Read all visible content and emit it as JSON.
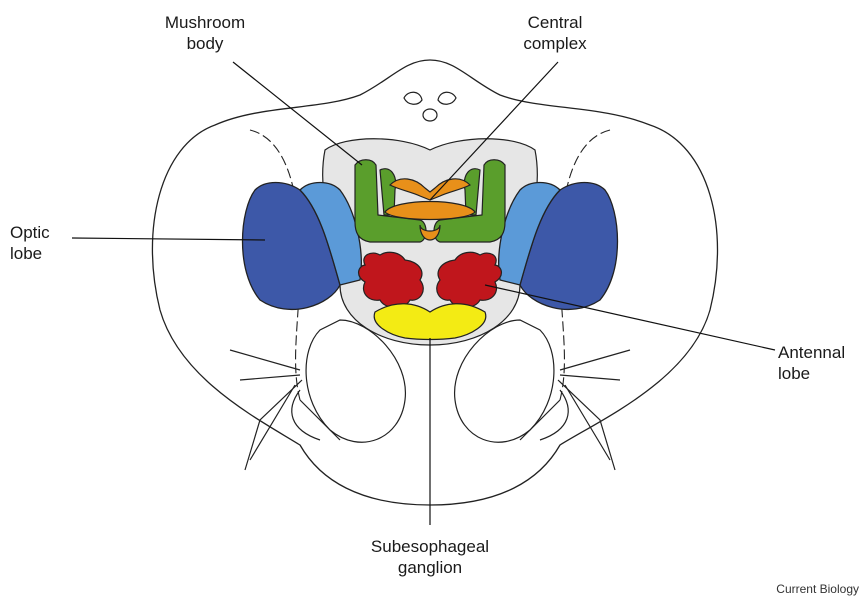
{
  "labels": {
    "mushroom_body": [
      "Mushroom",
      "body"
    ],
    "central_complex": [
      "Central",
      "complex"
    ],
    "optic_lobe": [
      "Optic",
      "lobe"
    ],
    "antennal_lobe": [
      "Antennal",
      "lobe"
    ],
    "subesophageal_ganglion": [
      "Subesophageal",
      "ganglion"
    ]
  },
  "credit": "Current Biology",
  "colors": {
    "mushroom_body": "#5a9e2c",
    "central_complex": "#e8901a",
    "optic_lobe_outer": "#3d58a8",
    "optic_lobe_inner": "#5b9ad8",
    "antennal_lobe": "#c0161c",
    "subesophageal_ganglion": "#f3eb14",
    "brain_fill": "#e6e6e6",
    "outline": "#222222"
  }
}
